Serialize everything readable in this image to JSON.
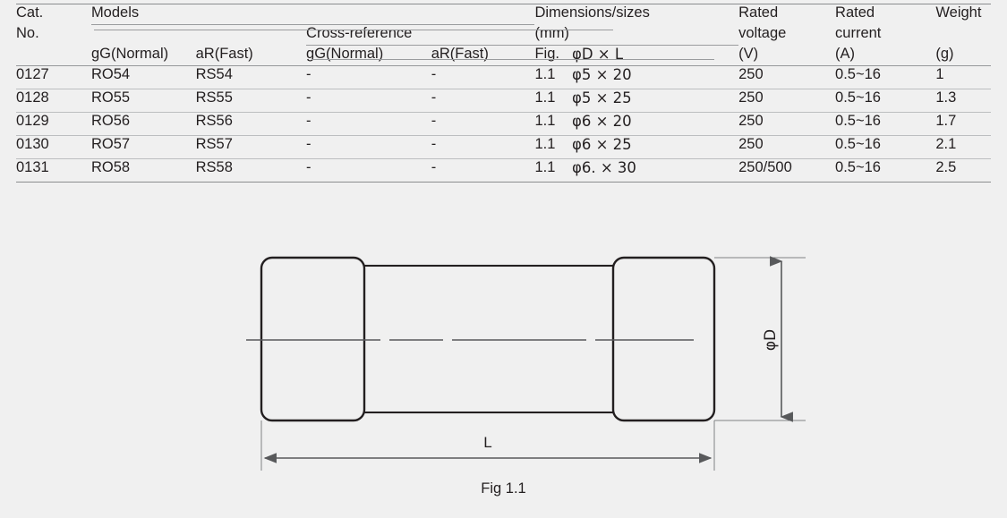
{
  "table": {
    "header": {
      "cat_no": [
        "Cat.",
        "No."
      ],
      "models": "Models",
      "cross_reference": "Cross-reference",
      "models_gg": "gG(Normal)",
      "models_ar": "aR(Fast)",
      "xref_gg": "gG(Normal)",
      "xref_ar": "aR(Fast)",
      "dimensions": "Dimensions/sizes",
      "dimensions_unit": "(mm)",
      "fig": "Fig.",
      "dia_len": "φD × L",
      "rated_voltage_l1": "Rated",
      "rated_voltage_l2": "voltage",
      "rated_voltage_unit": "(V)",
      "rated_current_l1": "Rated",
      "rated_current_l2": "current",
      "rated_current_unit": "(A)",
      "weight": "Weight",
      "weight_unit": "(g)"
    },
    "rows": [
      {
        "cat_no": "0127",
        "models_gg": "RO54",
        "models_ar": "RS54",
        "xref_gg": "-",
        "xref_ar": "-",
        "fig": "1.1",
        "dim": "φ5 × 20",
        "rated_voltage": "250",
        "rated_current": "0.5~16",
        "weight": "1"
      },
      {
        "cat_no": "0128",
        "models_gg": "RO55",
        "models_ar": "RS55",
        "xref_gg": "-",
        "xref_ar": "-",
        "fig": "1.1",
        "dim": "φ5 × 25",
        "rated_voltage": "250",
        "rated_current": "0.5~16",
        "weight": "1.3"
      },
      {
        "cat_no": "0129",
        "models_gg": "RO56",
        "models_ar": "RS56",
        "xref_gg": "-",
        "xref_ar": "-",
        "fig": "1.1",
        "dim": "φ6 × 20",
        "rated_voltage": "250",
        "rated_current": "0.5~16",
        "weight": "1.7"
      },
      {
        "cat_no": "0130",
        "models_gg": "RO57",
        "models_ar": "RS57",
        "xref_gg": "-",
        "xref_ar": "-",
        "fig": "1.1",
        "dim": "φ6 × 25",
        "rated_voltage": "250",
        "rated_current": "0.5~16",
        "weight": "2.1"
      },
      {
        "cat_no": "0131",
        "models_gg": "RO58",
        "models_ar": "RS58",
        "xref_gg": "-",
        "xref_ar": "-",
        "fig": "1.1",
        "dim": "φ6. × 30",
        "rated_voltage": "250/500",
        "rated_current": "0.5~16",
        "weight": "2.5"
      }
    ]
  },
  "diagram": {
    "caption": "Fig 1.1",
    "length_label": "L",
    "diameter_label": "φD",
    "line_color": "#231f20",
    "dimension_color": "#58595b"
  },
  "colors": {
    "background": "#f0f0f0",
    "text": "#231f20",
    "rule": "#9a9c9e",
    "rule_strong": "#8b8d8f"
  }
}
